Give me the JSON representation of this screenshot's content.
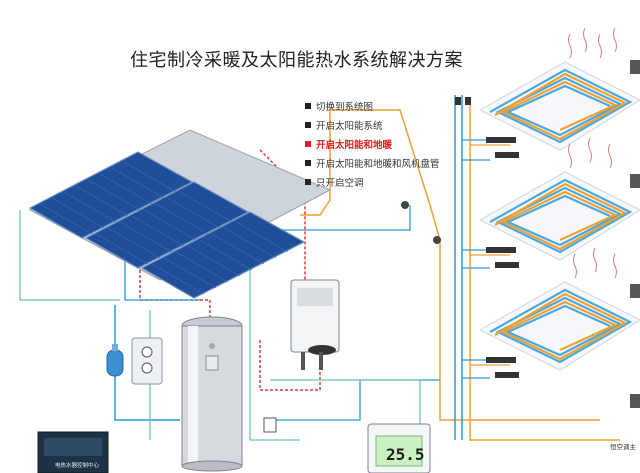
{
  "title": "住宅制冷采暖及太阳能热水系统解决方案",
  "menu": [
    {
      "label": "切换到系统图",
      "active": false
    },
    {
      "label": "开启太阳能系统",
      "active": false
    },
    {
      "label": "开启太阳能和地暖",
      "active": true
    },
    {
      "label": "开启太阳能和地暖和风机盘管",
      "active": false
    },
    {
      "label": "只开启空调",
      "active": false
    }
  ],
  "thermostat_display": "25.5",
  "controller_label": "电热水器控制中心",
  "side_label": "恒空调主",
  "colors": {
    "hot_pipe": "#e03a3a",
    "cold_pipe": "#2a9ad8",
    "aux_pipe": "#f0a030",
    "green_pipe": "#6ec5a0",
    "active_menu": "#e11d1d",
    "panel": "#1f4f9a"
  }
}
